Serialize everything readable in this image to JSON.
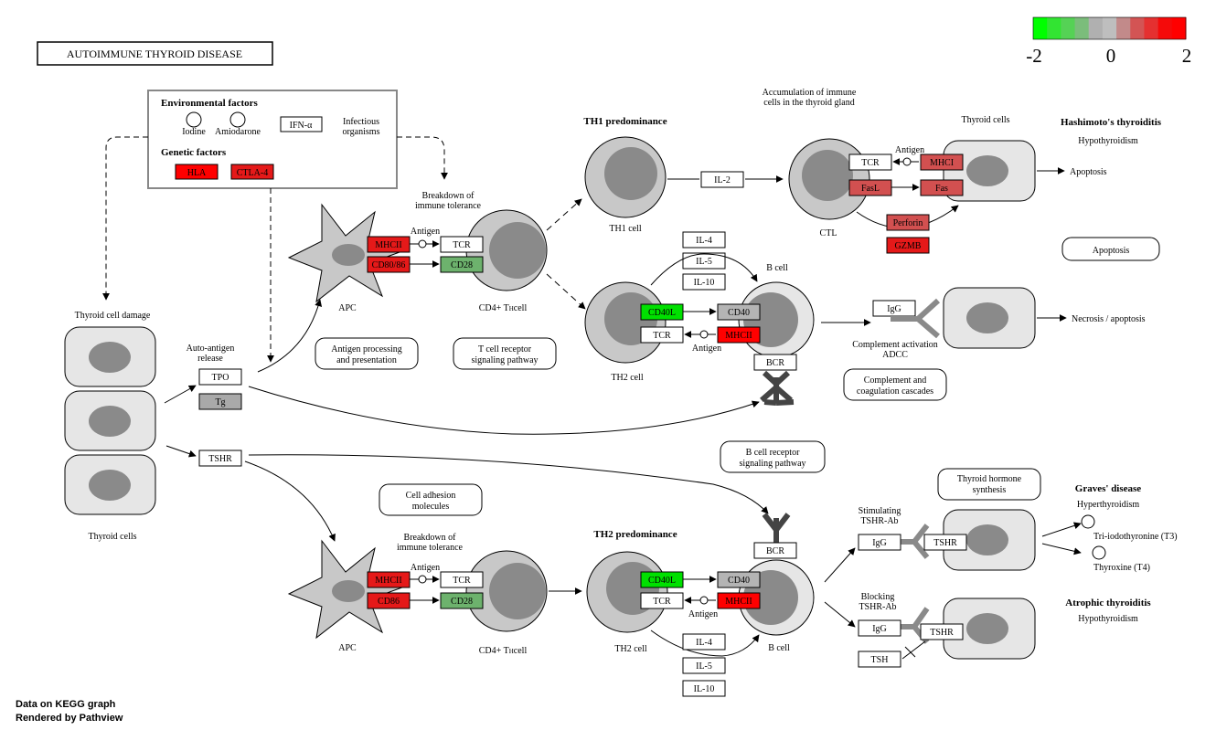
{
  "title": "AUTOIMMUNE THYROID DISEASE",
  "footer": {
    "line1": "Data on KEGG graph",
    "line2": "Rendered by Pathview"
  },
  "legend": {
    "min_label": "-2",
    "mid_label": "0",
    "max_label": "2",
    "colors": [
      "#00ff00",
      "#32e432",
      "#55d255",
      "#7bbd7b",
      "#b0b0b0",
      "#bebebe",
      "#c28a8a",
      "#d35454",
      "#e53030",
      "#f50a0a",
      "#ff0000"
    ]
  },
  "colors": {
    "up": "#ff0000",
    "up_strong": "#e51919",
    "up_mid": "#d25050",
    "down": "#00e000",
    "down_mid": "#6db26d",
    "neutral": "#b4b4b4",
    "cell_fill": "#e6e6e6",
    "nucleus": "#8a8a8a"
  },
  "panel": {
    "env_heading": "Environmental factors",
    "iodine": "Iodine",
    "amiodarone": "Amiodarone",
    "ifn": "IFN-α",
    "infectious_1": "Infectious",
    "infectious_2": "organisms",
    "genetic_heading": "Genetic factors",
    "hla": "HLA",
    "ctla4": "CTLA-4"
  },
  "labels": {
    "thyroid_damage": "Thyroid cell damage",
    "thyroid_cells_left": "Thyroid cells",
    "auto_antigen_1": "Auto-antigen",
    "auto_antigen_2": "release",
    "tpo": "TPO",
    "tg": "Tg",
    "tshr": "TSHR",
    "breakdown_1": "Breakdown of",
    "breakdown_2": "immune tolerance",
    "antigen": "Antigen",
    "mhcii": "MHCII",
    "cd80_86": "CD80/86",
    "cd86": "CD86",
    "tcr": "TCR",
    "cd28": "CD28",
    "apc": "APC",
    "cd4_a": "CD4+ T",
    "cd4_b": "H",
    "cd4_c": "cell",
    "antigen_proc_1": "Antigen processing",
    "antigen_proc_2": "and presentation",
    "tcr_path_1": "T cell receptor",
    "tcr_path_2": "signaling pathway",
    "th1_predom": "TH1 predominance",
    "th1_cell": "TH1 cell",
    "il2": "IL-2",
    "accum_1": "Accumulation of immune",
    "accum_2": "cells in the thyroid gland",
    "thyroid_cells_top": "Thyroid cells",
    "mhci": "MHCI",
    "fasl": "FasL",
    "fas": "Fas",
    "perforin": "Perforin",
    "gzmb": "GZMB",
    "ctl": "CTL",
    "hashimoto": "Hashimoto's thyroiditis",
    "hypothyroid": "Hypothyroidism",
    "apoptosis_arrow": "Apoptosis",
    "apoptosis_box": "Apoptosis",
    "il4": "IL-4",
    "il5": "IL-5",
    "il10": "IL-10",
    "cd40l": "CD40L",
    "cd40": "CD40",
    "th2_cell": "TH2 cell",
    "b_cell": "B cell",
    "bcr": "BCR",
    "igg": "IgG",
    "complement_1": "Complement activation",
    "complement_2": "ADCC",
    "necrosis": "Necrosis / apoptosis",
    "complement_cascades_1": "Complement and",
    "complement_cascades_2": "coagulation cascades",
    "bcr_path_1": "B cell receptor",
    "bcr_path_2": "signaling pathway",
    "cell_adhesion_1": "Cell adhesion",
    "cell_adhesion_2": "molecules",
    "th2_predom": "TH2 predominance",
    "thyroid_hormone_1": "Thyroid hormone",
    "thyroid_hormone_2": "synthesis",
    "stim_1": "Stimulating",
    "stim_2": "TSHR-Ab",
    "block_1": "Blocking",
    "block_2": "TSHR-Ab",
    "tsh": "TSH",
    "graves": "Graves' disease",
    "hyperthyroid": "Hyperthyroidism",
    "t3": "Tri-iodothyronine (T3)",
    "t4": "Thyroxine (T4)",
    "atrophic": "Atrophic thyroiditis",
    "hypothyroid_2": "Hypothyroidism"
  }
}
